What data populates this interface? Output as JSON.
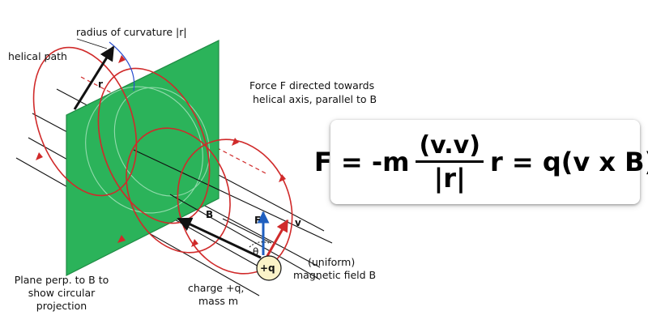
{
  "labels": {
    "radius": "radius of curvature |r|",
    "helical_path": "helical path",
    "r_symbol": "r",
    "force_line1": "Force F directed towards",
    "force_line2": "helical axis, parallel to B",
    "B_symbol": "B",
    "F_symbol": "F",
    "v_symbol": "v",
    "theta_symbol": "θ",
    "charge_symbol": "+q",
    "field_line1": "(uniform)",
    "field_line2": "magnetic field B",
    "charge_line1": "charge +q,",
    "charge_line2": "mass m",
    "plane_line1": "Plane perp. to B to",
    "plane_line2": "show circular",
    "plane_line3": "projection"
  },
  "formula": {
    "lhs": "F = -m",
    "numerator": "(v.v)",
    "denominator": "|r|",
    "rhs": "r = q(v x B)"
  },
  "colors": {
    "plane": "#2bb35a",
    "plane_edge": "#1f8a44",
    "helix": "#d02a2a",
    "field_lines": "#111111",
    "force_arrow": "#1f5fbf",
    "velocity_arrow": "#d02a2a",
    "radius_arc": "#2a4fd0",
    "charge_fill": "#fbf3c8"
  }
}
